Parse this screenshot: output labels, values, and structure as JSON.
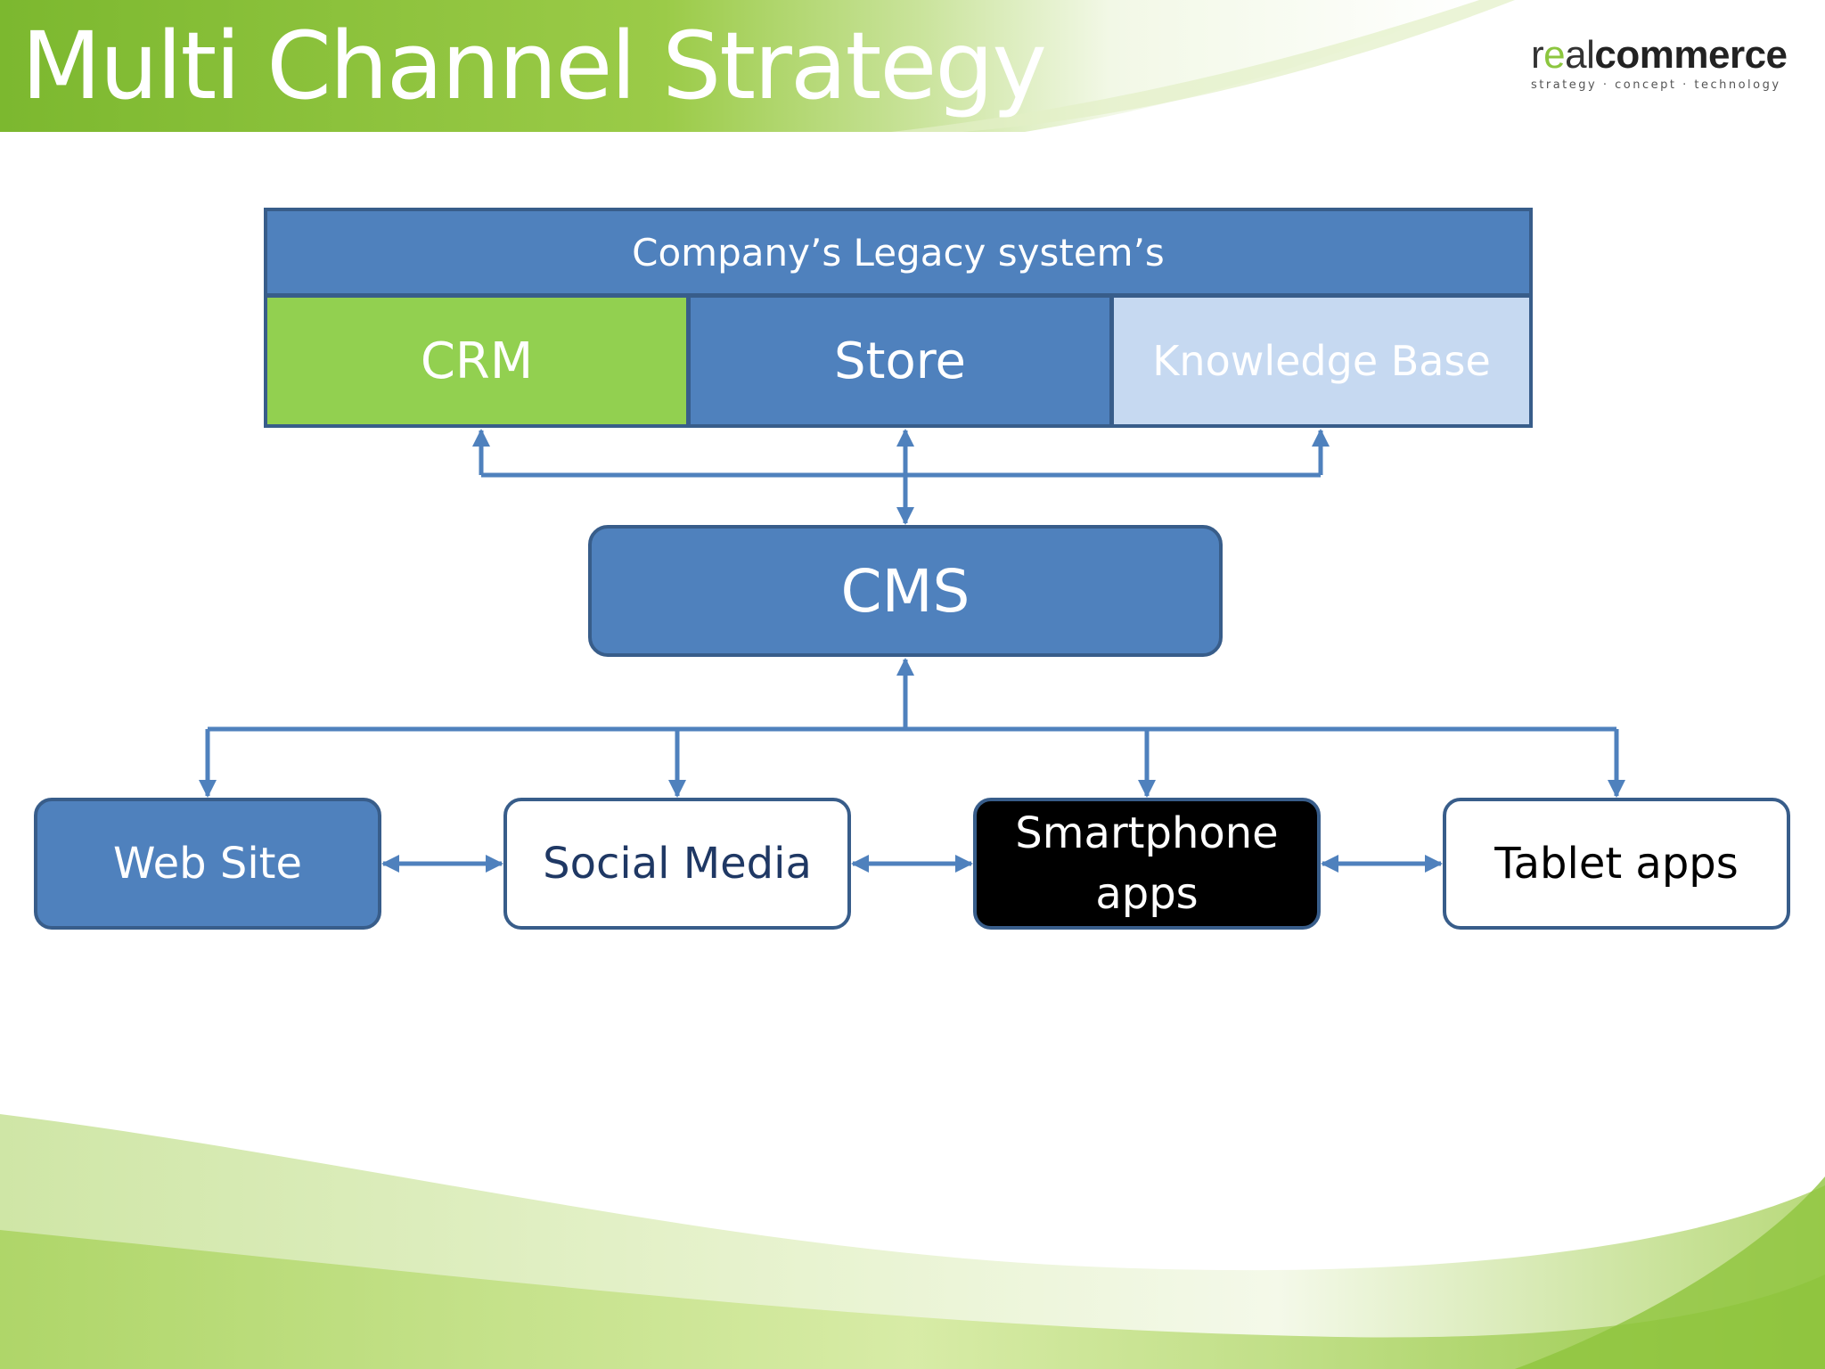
{
  "slide": {
    "title": "Multi Channel Strategy"
  },
  "logo": {
    "word_start": "r",
    "word_accent": "e",
    "word_mid": "al",
    "word_bold": "commerce",
    "tagline": "strategy · concept · technology"
  },
  "diagram": {
    "legacy": {
      "header": "Company’s Legacy system’s",
      "cells": [
        "CRM",
        "Store",
        "Knowledge Base"
      ]
    },
    "hub": "CMS",
    "channels": [
      "Web Site",
      "Social Media",
      "Smartphone apps",
      "Tablet apps"
    ]
  },
  "colors": {
    "title_band": "#8cc63f",
    "blue_fill": "#4f81bd",
    "blue_border": "#385d8a",
    "crm_green": "#92d050",
    "kb_light_blue": "#c6d9f1",
    "connector": "#4f81bd"
  }
}
